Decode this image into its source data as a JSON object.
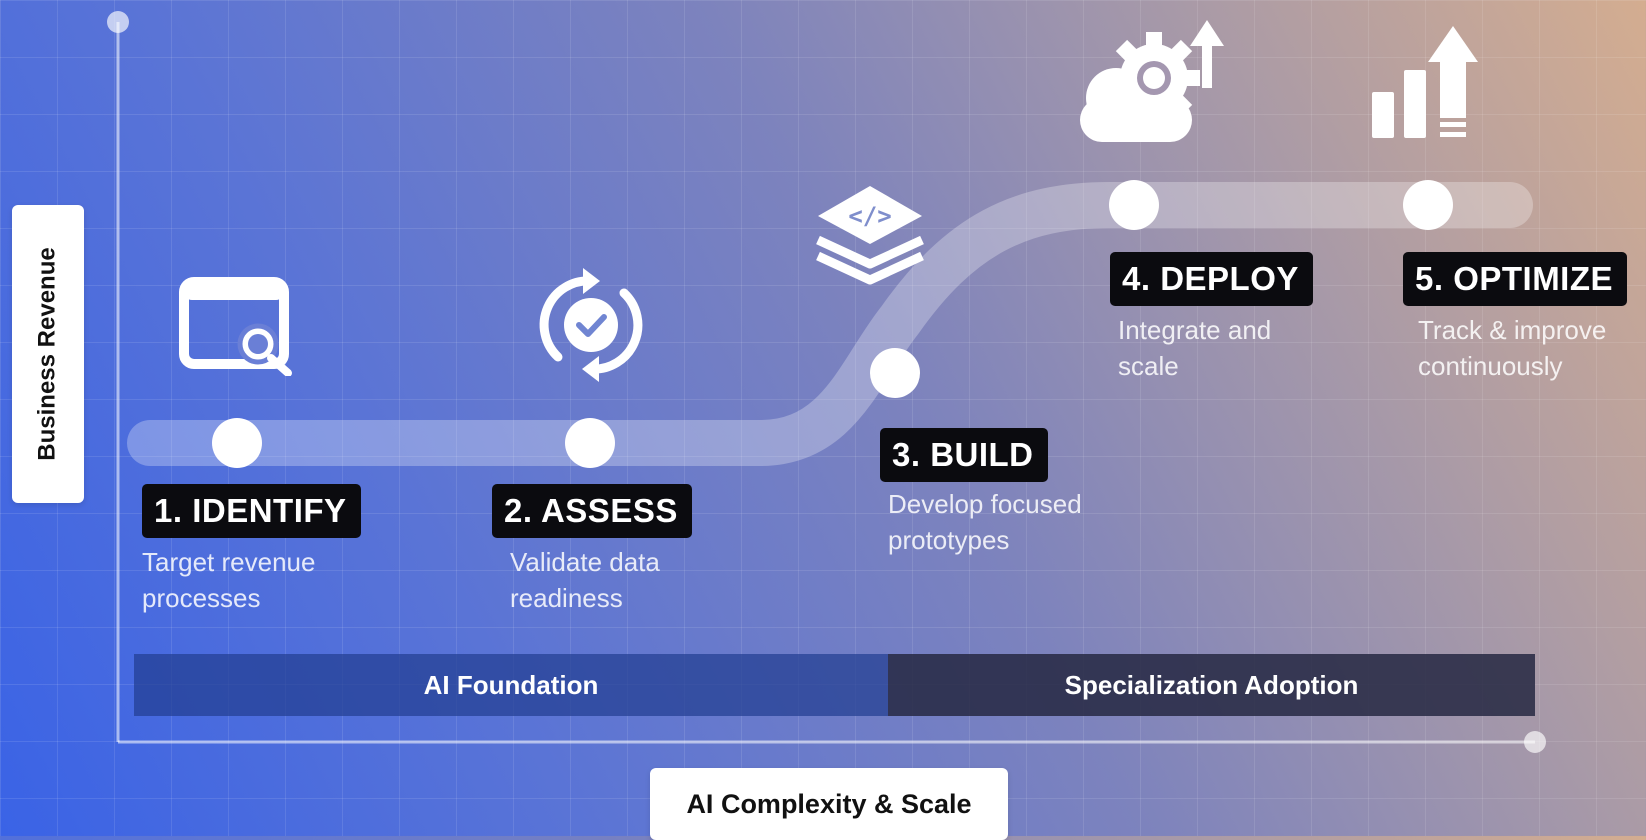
{
  "axes": {
    "y_label": "Business Revenue",
    "x_label": "AI Complexity & Scale"
  },
  "steps": [
    {
      "title": "1. IDENTIFY",
      "desc": "Target revenue\nprocesses",
      "icon": "search-window-icon"
    },
    {
      "title": "2. ASSESS",
      "desc": "Validate data\nreadiness",
      "icon": "refresh-check-icon"
    },
    {
      "title": "3. BUILD",
      "desc": "Develop focused\nprototypes",
      "icon": "code-layers-icon"
    },
    {
      "title": "4. DEPLOY",
      "desc": "Integrate and\nscale",
      "icon": "cloud-gear-upload-icon"
    },
    {
      "title": "5. OPTIMIZE",
      "desc": "Track & improve\ncontinuously",
      "icon": "bar-chart-growth-icon"
    }
  ],
  "phases": [
    {
      "label": "AI Foundation"
    },
    {
      "label": "Specialization Adoption"
    }
  ],
  "colors": {
    "gradient_start": "#3a63e6",
    "gradient_end": "#d4ad90",
    "title_bg": "#0b0b0f",
    "phase_foundation": "#233e91",
    "phase_adoption": "#262842"
  }
}
